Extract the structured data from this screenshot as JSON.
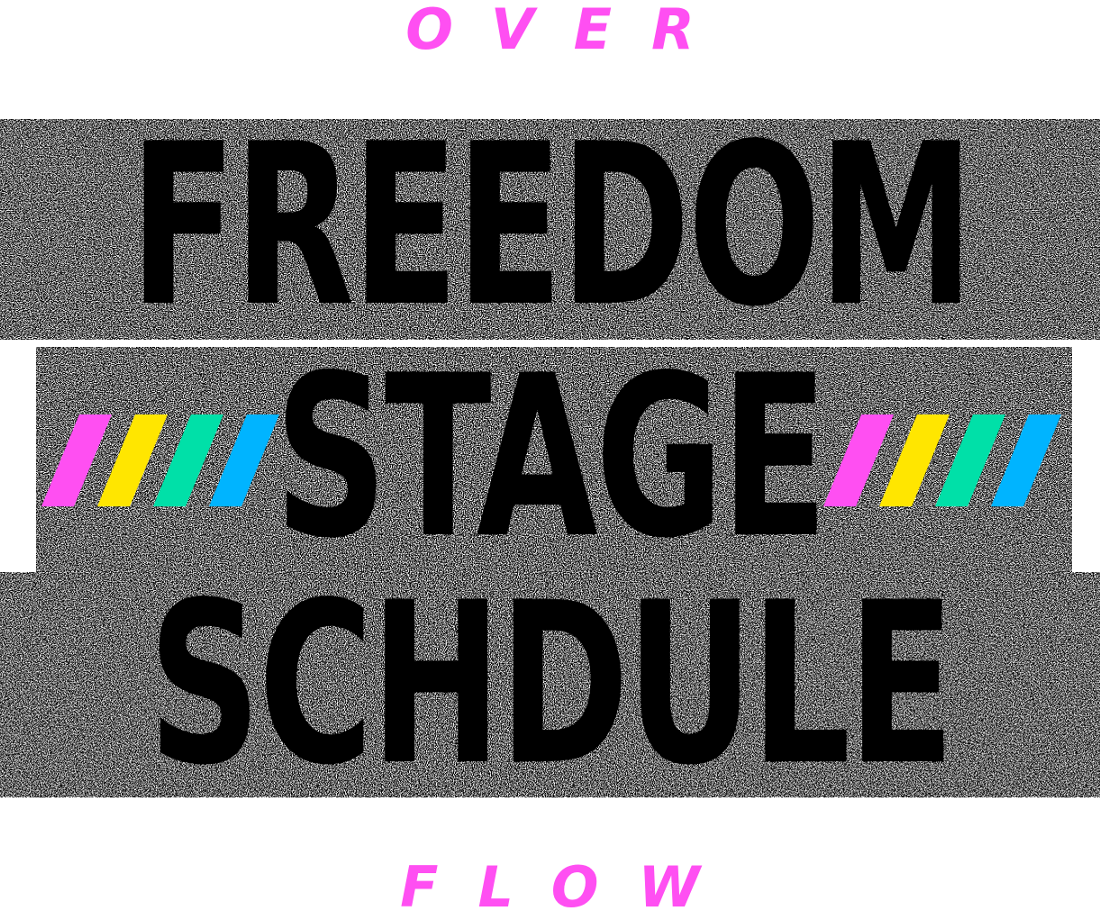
{
  "kicker_top": "OVER",
  "kicker_bottom": "FLOW",
  "headline": {
    "line1": "FREEDOM",
    "line2": "STAGE",
    "line3": "SCHDULE"
  },
  "colors": {
    "accent_pink": "#ff4ff2",
    "accent_yellow": "#ffe600",
    "accent_green": "#00e0a8",
    "accent_blue": "#00b4ff",
    "ink": "#000000"
  }
}
